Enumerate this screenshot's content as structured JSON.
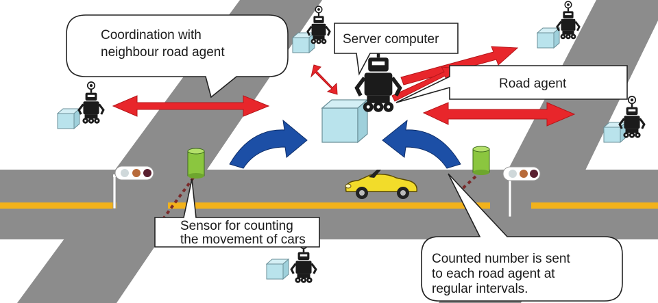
{
  "labels": {
    "coordination_line1": "Coordination with",
    "coordination_line2": "neighbour road agent",
    "server": "Server computer",
    "road_agent": "Road agent",
    "sensor_line1": "Sensor for counting",
    "sensor_line2": "the movement of cars",
    "counted_line1": "Counted number is sent",
    "counted_line2": "to each road agent at",
    "counted_line3": "regular intervals."
  },
  "colors": {
    "road": "#8c8c8c",
    "road_dark": "#7a7a7a",
    "lane_marking": "#f2b21b",
    "red_arrow": "#e8262b",
    "blue_arrow": "#1c4fa6",
    "box_face": "#b9e3ec",
    "sensor": "#8bc63f",
    "car": "#f2dc2a",
    "robot": "#1b1b1b",
    "signal_red": "#5a2030",
    "signal_amber": "#b86b3a"
  },
  "icons": [
    "robot-icon",
    "server-box-icon",
    "sensor-icon",
    "traffic-light-icon",
    "car-icon"
  ]
}
